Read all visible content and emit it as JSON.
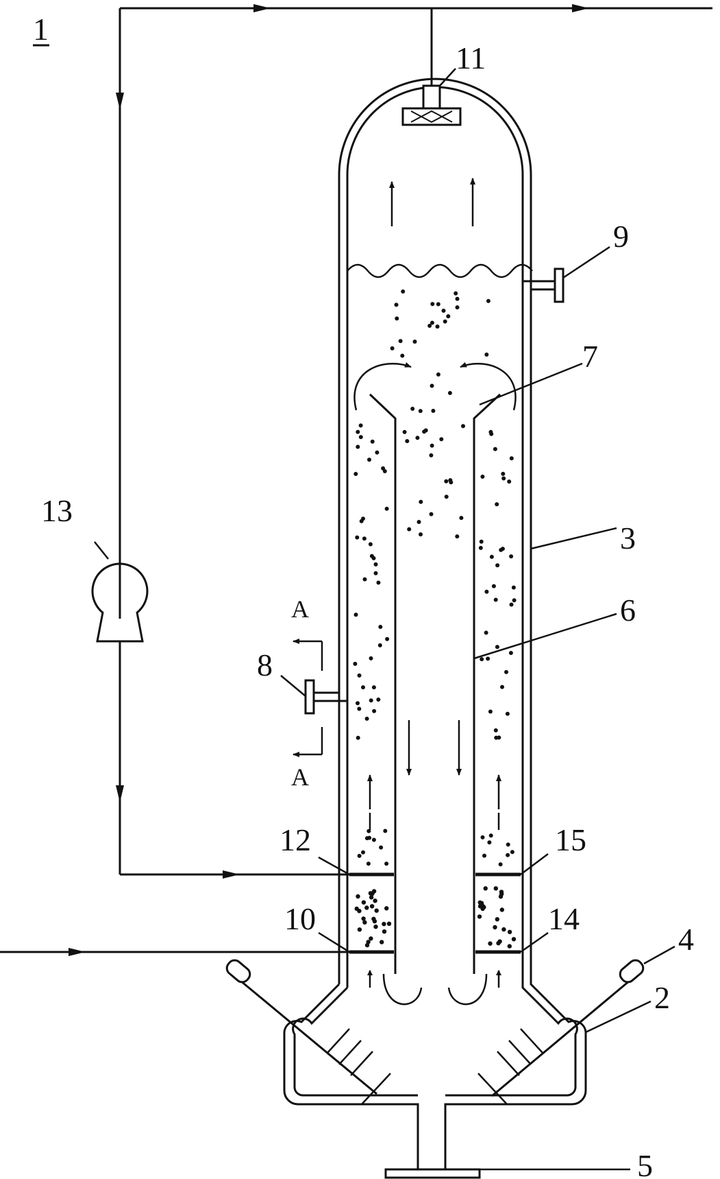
{
  "labels": {
    "system": "1",
    "lower_head": "2",
    "shell": "3",
    "ultrasonic": "4",
    "outlet": "5",
    "inner_tube": "6",
    "flare": "7",
    "side_port_lower": "8",
    "side_port_upper": "9",
    "feed_inlet": "10",
    "top_fitting": "11",
    "recycle_inlet": "12",
    "pump": "13",
    "plate_lower": "14",
    "plate_upper": "15",
    "section_top": "A",
    "section_bottom": "A"
  }
}
